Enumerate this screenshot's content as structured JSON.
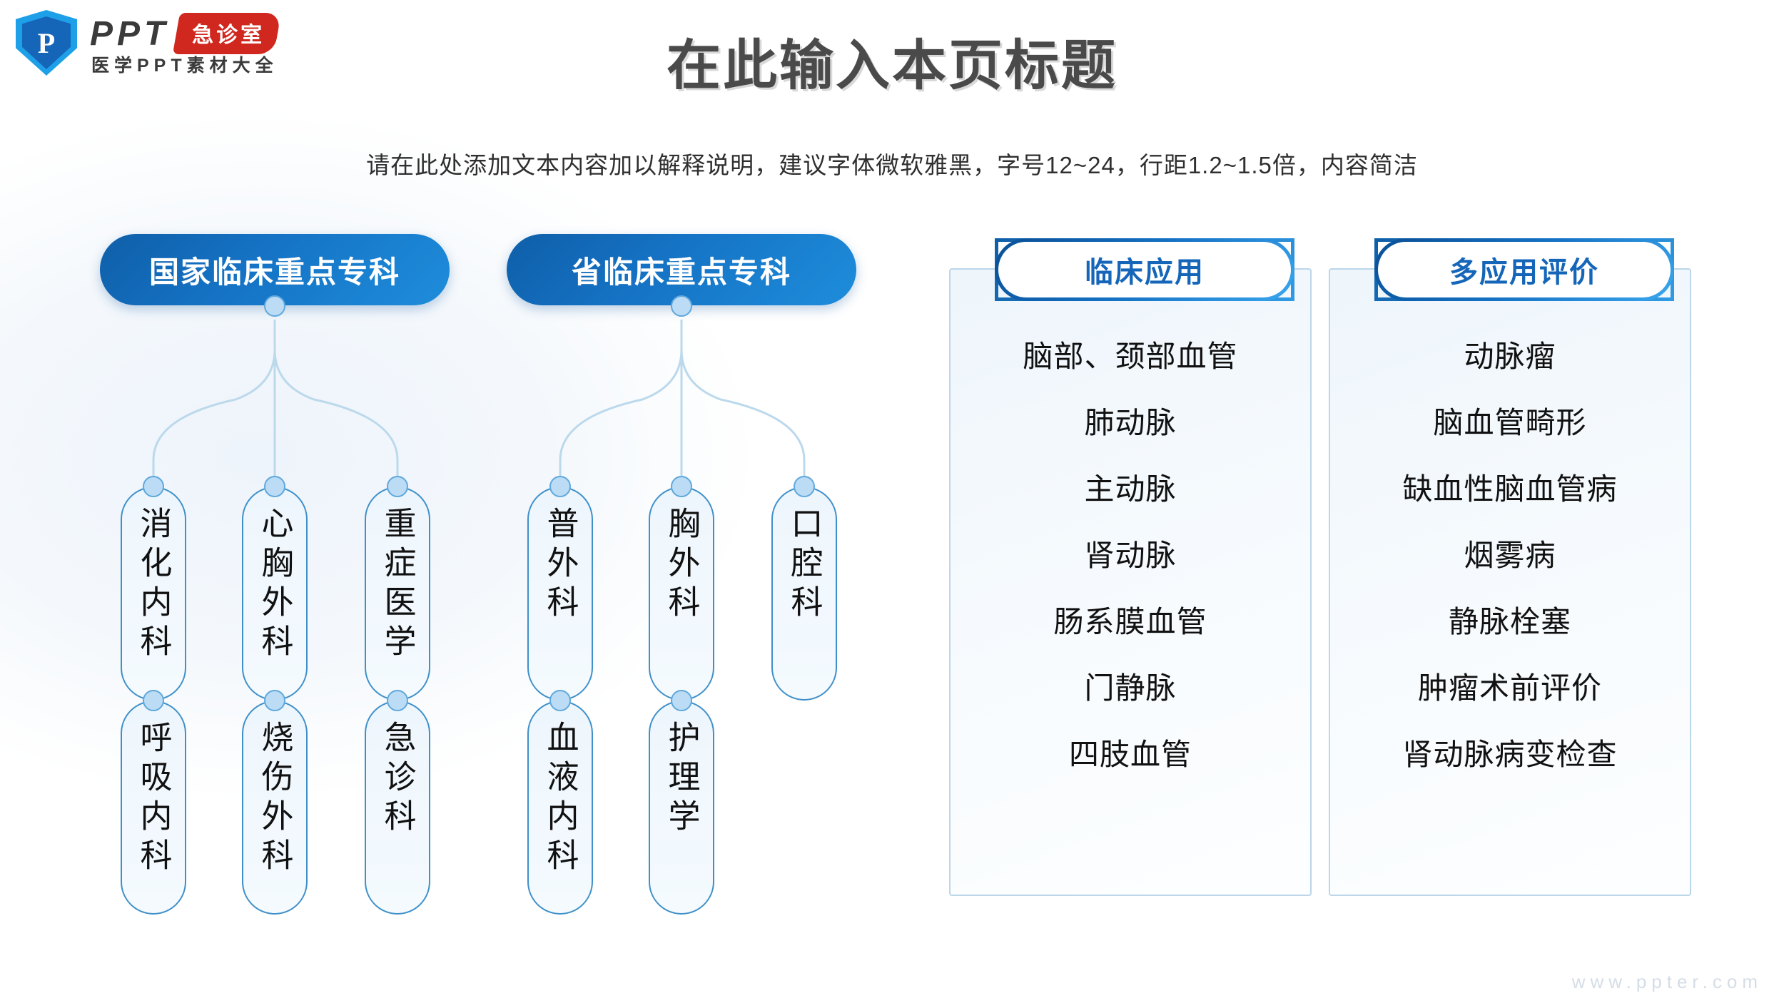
{
  "logo": {
    "shield_letter": "P",
    "brand": "PPT",
    "badge": "急诊室",
    "subtitle": "医学PPT素材大全"
  },
  "header": {
    "title": "在此输入本页标题",
    "subtitle": "请在此处添加文本内容加以解释说明，建议字体微软雅黑，字号12~24，行距1.2~1.5倍，内容简洁"
  },
  "colors": {
    "brand_blue": "#1572c4",
    "deep_blue": "#0f5fa8",
    "light_blue": "#3aa6ee",
    "pill_border": "#3f90c9",
    "node_fill": "#bbdcf4",
    "badge_red": "#d0281e",
    "title_gray": "#4a4a4a",
    "panel_border": "#bcd6ea"
  },
  "trees": [
    {
      "title": "国家临床重点专科",
      "columns": [
        {
          "items": [
            "消化内科",
            "呼吸内科"
          ]
        },
        {
          "items": [
            "心胸外科",
            "烧伤外科"
          ]
        },
        {
          "items": [
            "重症医学",
            "急诊科"
          ]
        }
      ]
    },
    {
      "title": "省临床重点专科",
      "columns": [
        {
          "items": [
            "普外科",
            "血液内科"
          ]
        },
        {
          "items": [
            "胸外科",
            "护理学"
          ]
        },
        {
          "items": [
            "口腔科"
          ]
        }
      ]
    }
  ],
  "panels": [
    {
      "title": "临床应用",
      "items": [
        "脑部、颈部血管",
        "肺动脉",
        "主动脉",
        "肾动脉",
        "肠系膜血管",
        "门静脉",
        "四肢血管"
      ]
    },
    {
      "title": "多应用评价",
      "items": [
        "动脉瘤",
        "脑血管畸形",
        "缺血性脑血管病",
        "烟雾病",
        "静脉栓塞",
        "肿瘤术前评价",
        "肾动脉病变检查"
      ]
    }
  ],
  "footer": {
    "watermark": "www.ppter.com"
  }
}
